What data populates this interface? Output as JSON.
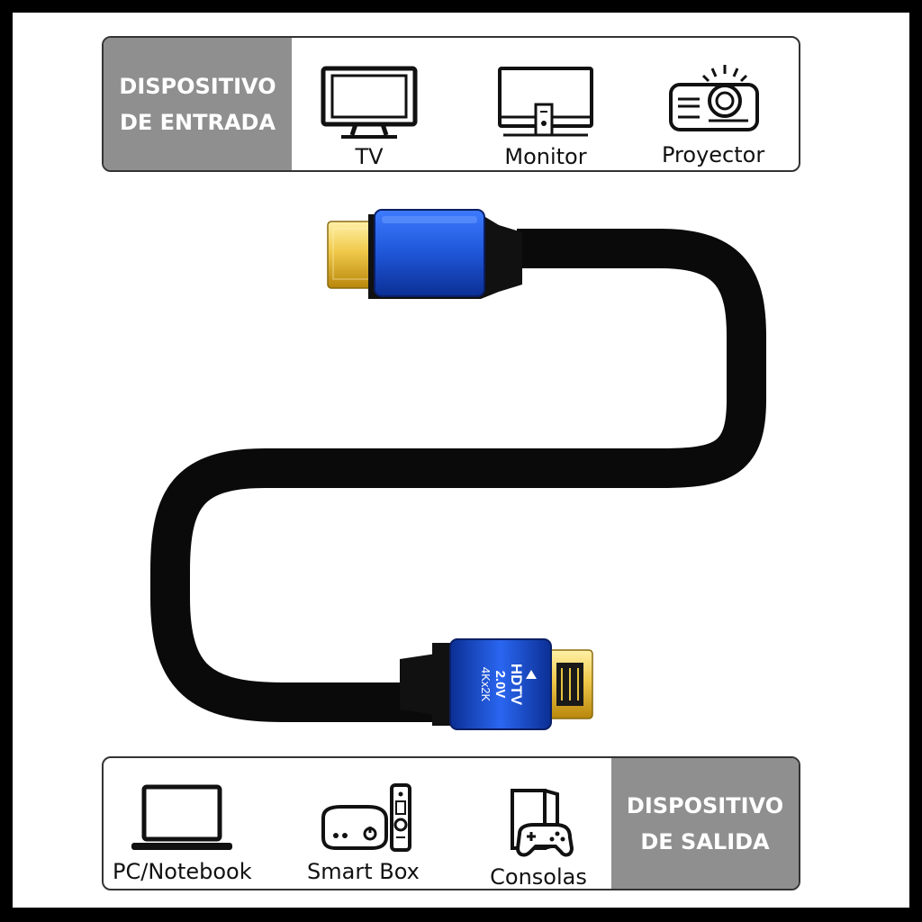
{
  "input_panel": {
    "label_line1": "DISPOSITIVO",
    "label_line2": "DE ENTRADA",
    "devices": [
      {
        "label": "TV",
        "icon": "tv-icon"
      },
      {
        "label": "Monitor",
        "icon": "monitor-icon"
      },
      {
        "label": "Proyector",
        "icon": "projector-icon"
      }
    ]
  },
  "output_panel": {
    "label_line1": "DISPOSITIVO",
    "label_line2": "DE SALIDA",
    "devices": [
      {
        "label": "PC/Notebook",
        "icon": "laptop-icon"
      },
      {
        "label": "Smart Box",
        "icon": "smart-box-icon"
      },
      {
        "label": "Consolas",
        "icon": "console-icon"
      }
    ]
  },
  "connector_text": {
    "line1": "HDTV",
    "line2": "2.0V",
    "line3": "4Kx2K"
  },
  "colors": {
    "label_bg": "#8f8f8f",
    "connector_blue": "#1f56d8",
    "cable": "#0a0a0a",
    "gold": "#e8c440"
  }
}
